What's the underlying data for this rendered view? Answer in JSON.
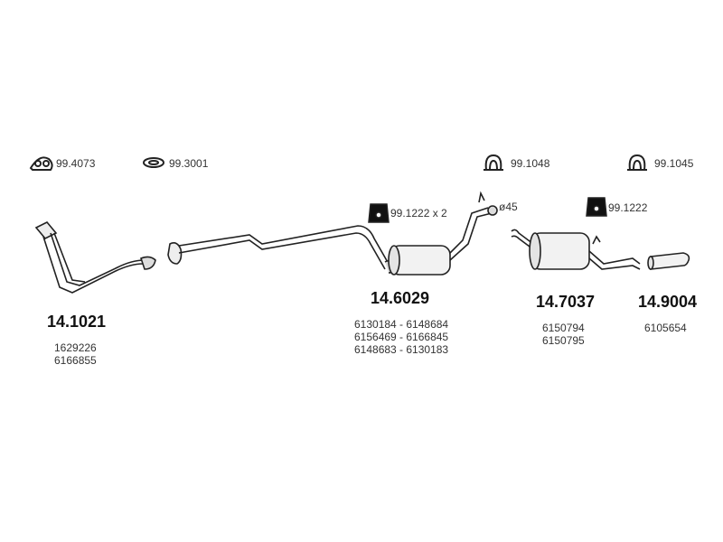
{
  "accessories": {
    "rubber_mount": "99.4073",
    "ring_gasket": "99.3001",
    "hanger_a": "99.1048",
    "hanger_b": "99.1045",
    "mount_pair": "99.1222 x 2",
    "mount_single": "99.1222",
    "diameter": "ø45"
  },
  "parts": [
    {
      "number": "14.1021",
      "oem": [
        "1629226",
        "6166855"
      ]
    },
    {
      "number": "14.6029",
      "oem": [
        "6130184 - 6148684",
        "6156469 - 6166845",
        "6148683 - 6130183"
      ]
    },
    {
      "number": "14.7037",
      "oem": [
        "6150794",
        "6150795"
      ]
    },
    {
      "number": "14.9004",
      "oem": [
        "6105654"
      ]
    }
  ]
}
